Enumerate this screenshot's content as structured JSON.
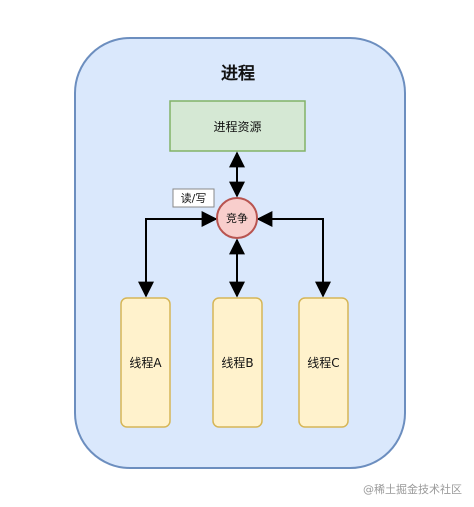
{
  "process": {
    "title": "进程",
    "fill": "#dae8fc",
    "stroke": "#6c8ebf"
  },
  "resource": {
    "label": "进程资源",
    "fill": "#d5e8d4",
    "stroke": "#82b366"
  },
  "contention": {
    "label": "竞争",
    "fill": "#f8cecc",
    "stroke": "#b85450"
  },
  "access_note": {
    "label": "读/写"
  },
  "threads": [
    {
      "label": "线程A"
    },
    {
      "label": "线程B"
    },
    {
      "label": "线程C"
    }
  ],
  "thread_style": {
    "fill": "#fff2cc",
    "stroke": "#d6b656"
  },
  "watermark": "@稀土掘金技术社区"
}
